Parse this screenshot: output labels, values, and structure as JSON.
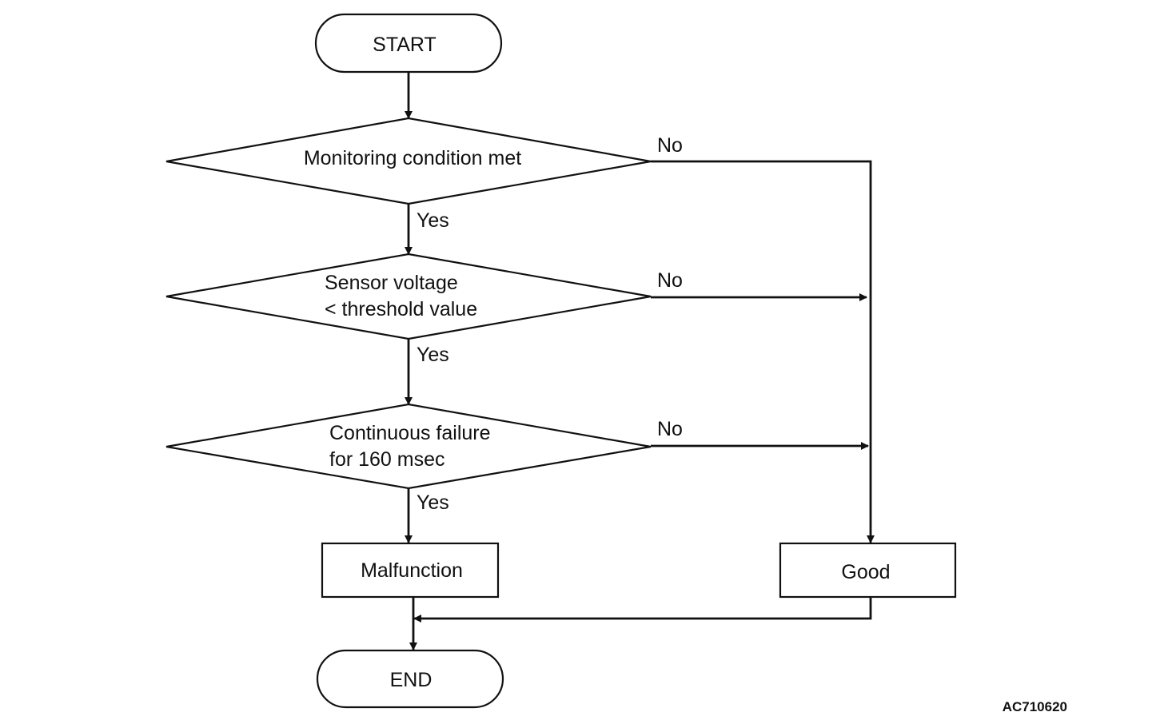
{
  "flowchart": {
    "start": "START",
    "end": "END",
    "decisions": [
      {
        "lines": [
          "Monitoring condition met"
        ]
      },
      {
        "lines": [
          "Sensor voltage",
          "< threshold value"
        ]
      },
      {
        "lines": [
          "Continuous failure",
          "for 160 msec"
        ]
      }
    ],
    "yes_label": "Yes",
    "no_label": "No",
    "malfunction": "Malfunction",
    "good": "Good",
    "figure_code": "AC710620"
  }
}
